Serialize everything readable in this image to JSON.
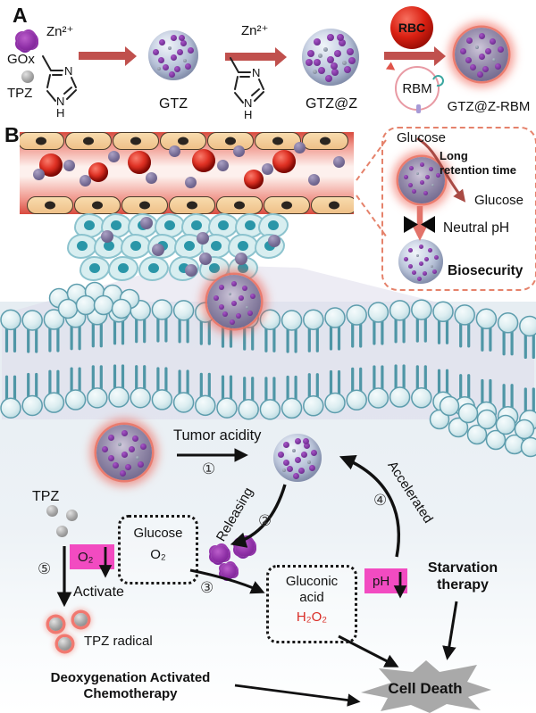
{
  "panelA": {
    "label": "A",
    "zn1": "Zn²⁺",
    "zn2": "Zn²⁺",
    "gox": "GOx",
    "tpz": "TPZ",
    "gtz": "GTZ",
    "gtzz": "GTZ@Z",
    "rbc": "RBC",
    "rbm": "RBM",
    "gtzzrbm": "GTZ@Z-RBM",
    "n": "N",
    "h": "H"
  },
  "panelB": {
    "label": "B"
  },
  "infoBox": {
    "glucose_in": "Glucose",
    "long_line1": "Long",
    "long_line2": "retention time",
    "glucose_out": "Glucose",
    "neutral_ph": "Neutral pH",
    "biosecurity": "Biosecurity"
  },
  "mechanism": {
    "tumor_acidity": "Tumor acidity",
    "releasing": "Releasing",
    "accelerated": "Accelerated",
    "tpz": "TPZ",
    "o2": "O₂",
    "activate": "Activate",
    "tpz_radical": "TPZ radical",
    "glucose": "Glucose",
    "glucose_o2": "O₂",
    "gluconic_line1": "Gluconic",
    "gluconic_line2": "acid",
    "h2o2": "H₂O₂",
    "ph": "pH",
    "starvation_line1": "Starvation",
    "starvation_line2": "therapy",
    "deoxy_line1": "Deoxygenation Activated",
    "deoxy_line2": "Chemotherapy",
    "cell_death": "Cell Death",
    "step1": "①",
    "step2": "②",
    "step3": "③",
    "step4": "④",
    "step5": "⑤"
  },
  "colors": {
    "accent_pink": "#f24bc1",
    "h2o2_red": "#d92b24",
    "arrow_red": "#c0504d",
    "dashed_border": "#e5826b",
    "membrane_teal": "#4f96a6",
    "cell_death_gray": "#a9a9a9"
  }
}
